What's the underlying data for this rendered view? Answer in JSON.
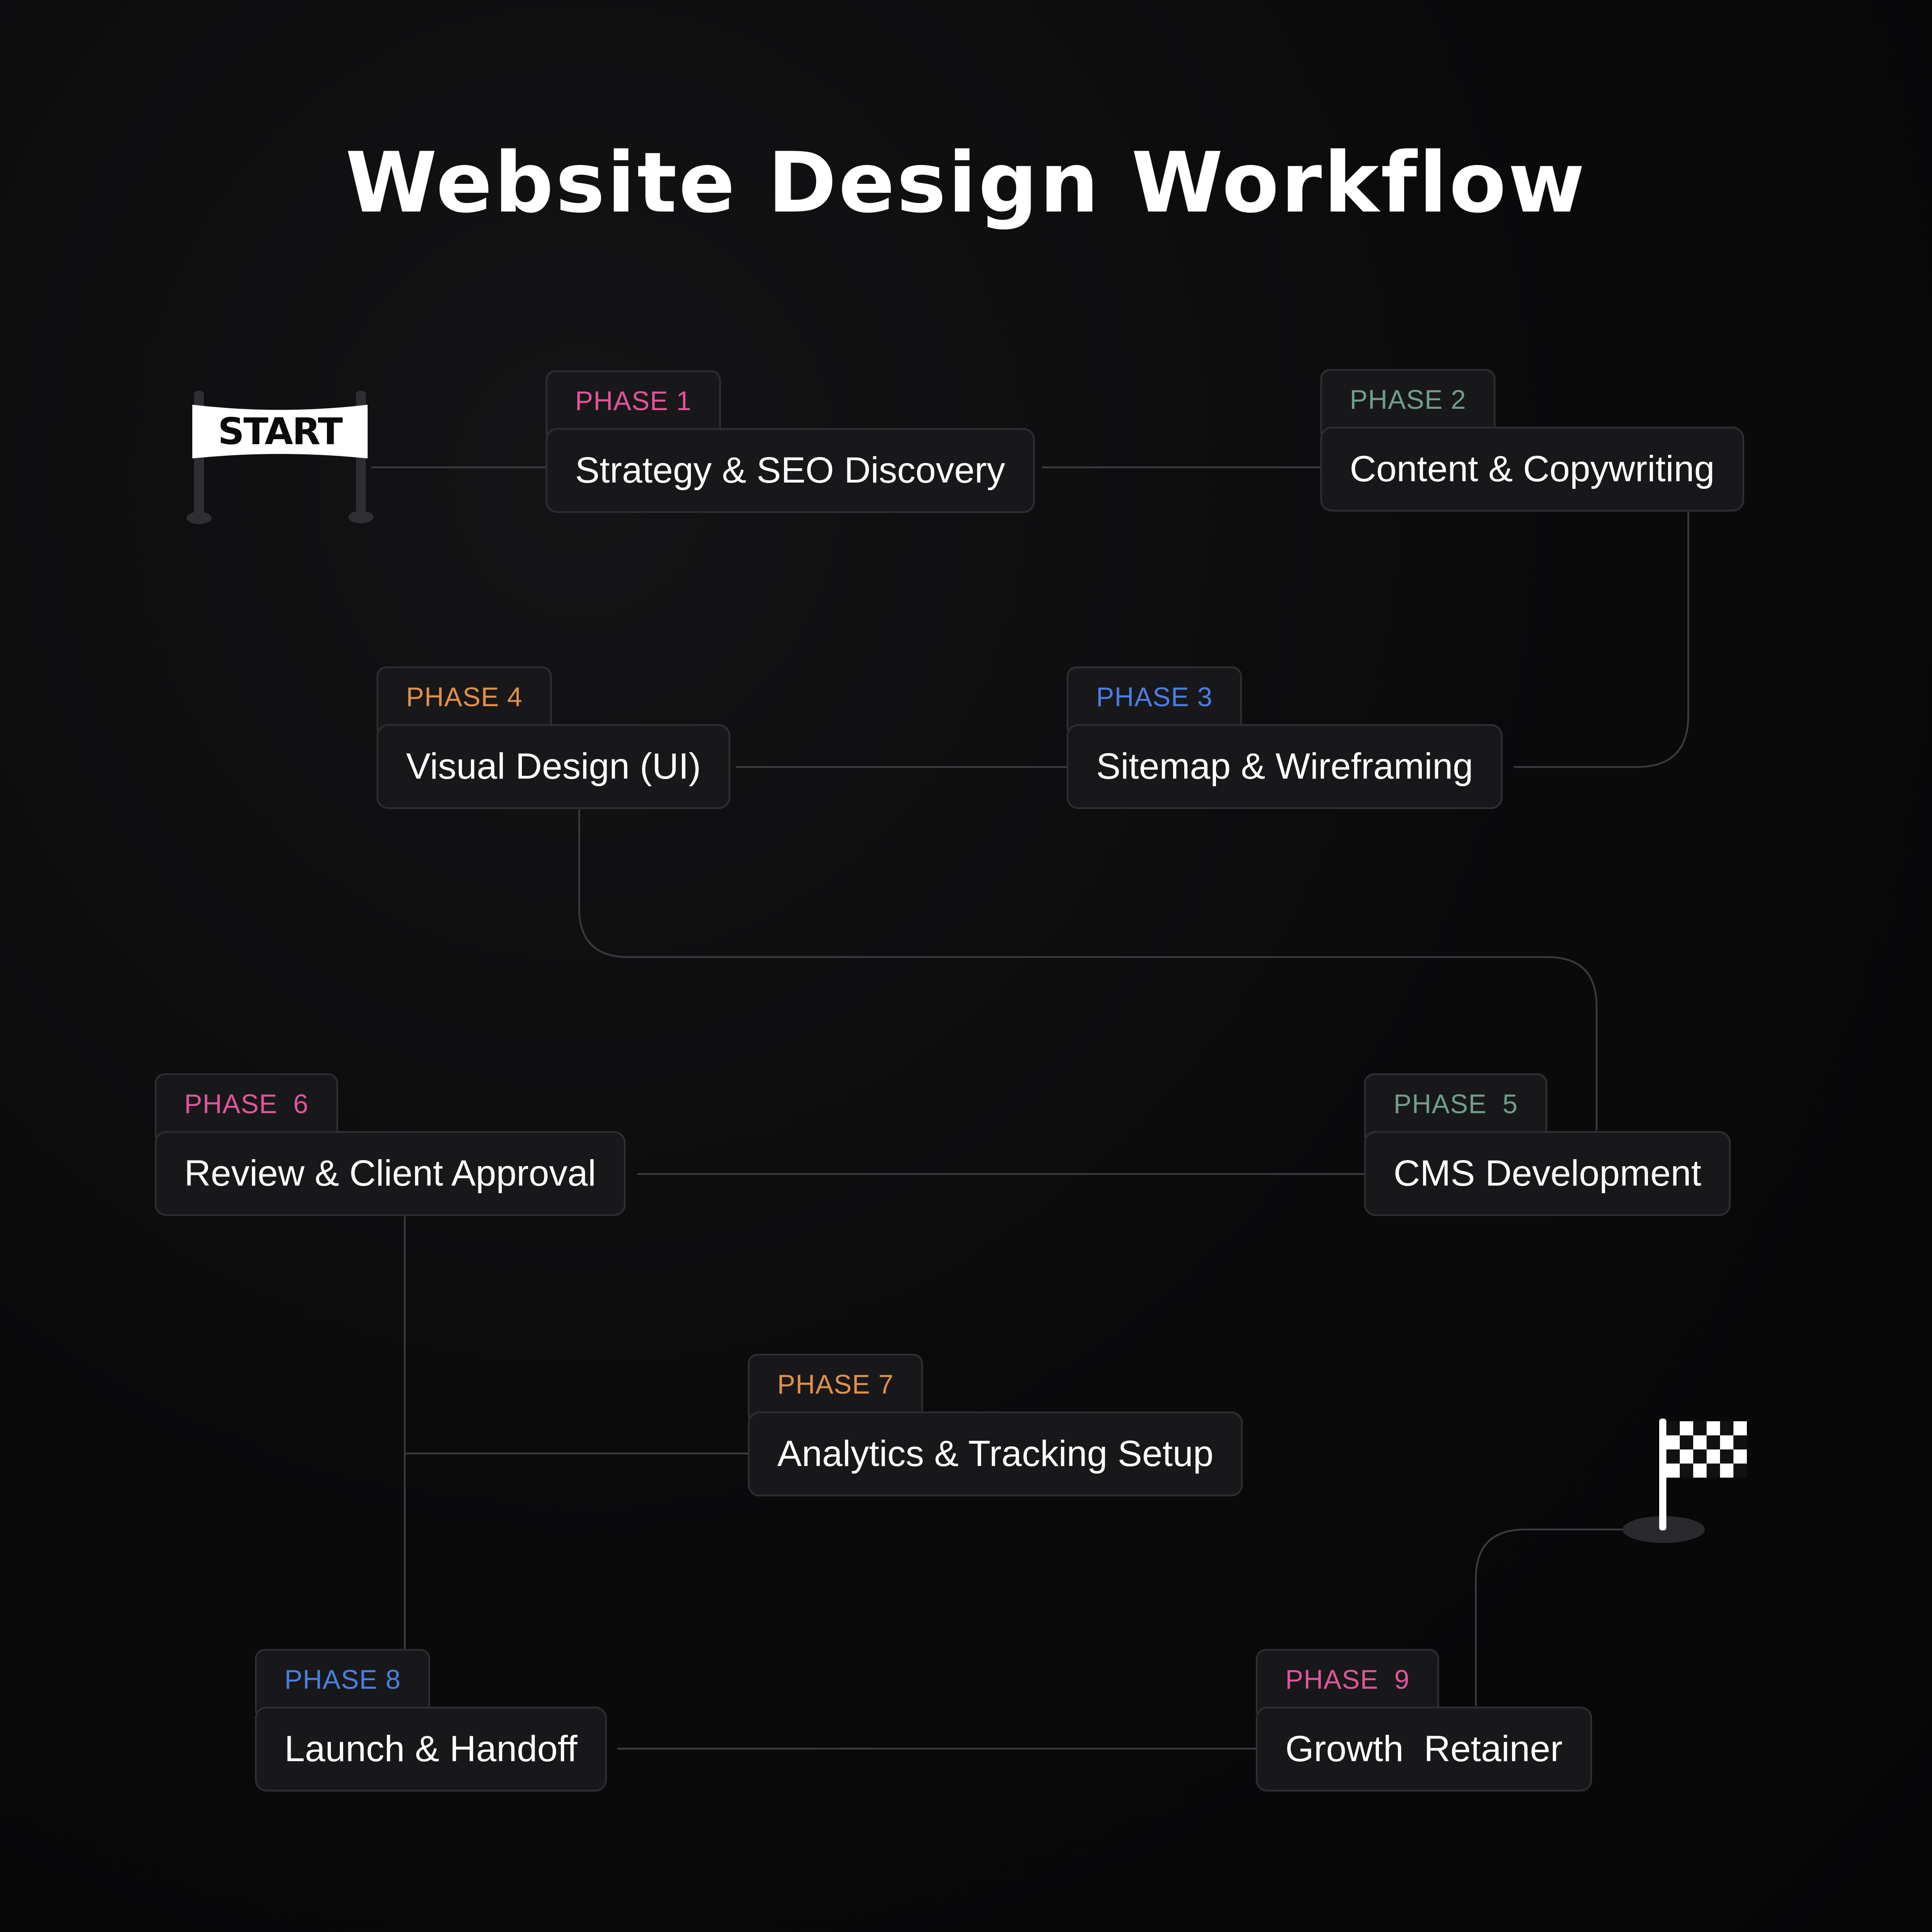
{
  "title": "Website Design Workflow",
  "start_sign": "START",
  "phases": [
    {
      "tag": "PHASE 1",
      "label": "Strategy & SEO Discovery",
      "color": "#e0559a"
    },
    {
      "tag": "PHASE 2",
      "label": "Content & Copywriting",
      "color": "#6f9e8a"
    },
    {
      "tag": "PHASE 3",
      "label": "Sitemap & Wireframing",
      "color": "#4a7fe0"
    },
    {
      "tag": "PHASE 4",
      "label": "Visual Design (UI)",
      "color": "#e0914a"
    },
    {
      "tag": "PHASE  5",
      "label": "CMS Development",
      "color": "#6f9e8a"
    },
    {
      "tag": "PHASE  6",
      "label": "Review & Client Approval",
      "color": "#e0559a"
    },
    {
      "tag": "PHASE 7",
      "label": "Analytics & Tracking Setup",
      "color": "#e0914a"
    },
    {
      "tag": "PHASE 8",
      "label": "Launch & Handoff",
      "color": "#4a7fe0"
    },
    {
      "tag": "PHASE  9",
      "label": "Growth  Retainer",
      "color": "#e0559a"
    }
  ],
  "icons": {
    "start": "start-banner-icon",
    "finish": "checkered-flag-icon"
  },
  "connector_color": "#3a3a3f"
}
